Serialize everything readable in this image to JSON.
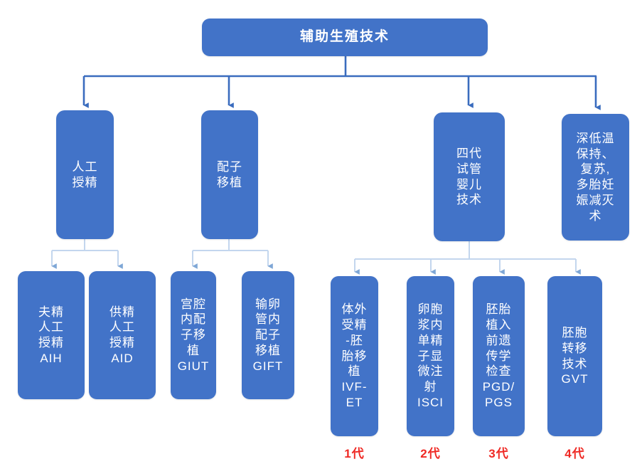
{
  "diagram": {
    "title": "辅助生殖技术",
    "colors": {
      "node_blue": "#4273c8",
      "connector_dark": "#3a6cbe",
      "connector_light": "#c3d6ee",
      "generation_red": "#ef2a25",
      "background": "#ffffff"
    },
    "root": {
      "label": "辅助生殖技术"
    },
    "level2": [
      {
        "label": "人工\n授精"
      },
      {
        "label": "配子\n移植"
      },
      {
        "label": "四代\n试管\n婴儿\n技术"
      },
      {
        "label": "深低温\n保持、\n复苏,\n多胎妊\n娠减灭\n术"
      }
    ],
    "leaves": [
      {
        "label": "夫精\n人工\n授精\nAIH",
        "parent": "人工授精"
      },
      {
        "label": "供精\n人工\n授精\nAID",
        "parent": "人工授精"
      },
      {
        "label": "宫腔\n内配\n子移\n植\nGIUT",
        "parent": "配子移植"
      },
      {
        "label": "输卵\n管内\n配子\n移植\nGIFT",
        "parent": "配子移植"
      },
      {
        "label": "体外\n受精\n-胚\n胎移\n植\nIVF-\nET",
        "parent": "四代试管婴儿技术"
      },
      {
        "label": "卵胞\n浆内\n单精\n子显\n微注\n射\nISCI",
        "parent": "四代试管婴儿技术"
      },
      {
        "label": "胚胎\n植入\n前遗\n传学\n检查\nPGD/\nPGS",
        "parent": "四代试管婴儿技术"
      },
      {
        "label": "胚胞\n转移\n技术\nGVT",
        "parent": "四代试管婴儿技术"
      }
    ],
    "generation_labels": [
      {
        "label": "1代"
      },
      {
        "label": "2代"
      },
      {
        "label": "3代"
      },
      {
        "label": "4代"
      }
    ]
  }
}
